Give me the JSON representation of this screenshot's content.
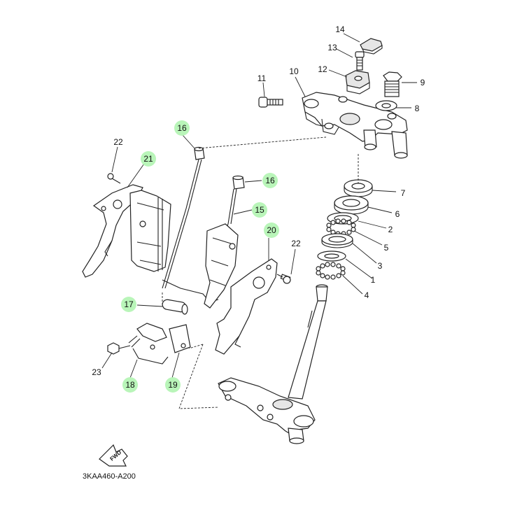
{
  "callouts": [
    {
      "id": "14",
      "label": "14",
      "highlight": false
    },
    {
      "id": "13",
      "label": "13",
      "highlight": false
    },
    {
      "id": "12",
      "label": "12",
      "highlight": false
    },
    {
      "id": "11",
      "label": "11",
      "highlight": false
    },
    {
      "id": "10",
      "label": "10",
      "highlight": false
    },
    {
      "id": "9",
      "label": "9",
      "highlight": false
    },
    {
      "id": "8",
      "label": "8",
      "highlight": false
    },
    {
      "id": "7",
      "label": "7",
      "highlight": false
    },
    {
      "id": "6",
      "label": "6",
      "highlight": false
    },
    {
      "id": "2",
      "label": "2",
      "highlight": false
    },
    {
      "id": "5",
      "label": "5",
      "highlight": false
    },
    {
      "id": "3",
      "label": "3",
      "highlight": false
    },
    {
      "id": "1",
      "label": "1",
      "highlight": false
    },
    {
      "id": "4",
      "label": "4",
      "highlight": false
    },
    {
      "id": "16a",
      "label": "16",
      "highlight": true
    },
    {
      "id": "16b",
      "label": "16",
      "highlight": true
    },
    {
      "id": "15",
      "label": "15",
      "highlight": true
    },
    {
      "id": "21",
      "label": "21",
      "highlight": true
    },
    {
      "id": "22a",
      "label": "22",
      "highlight": false
    },
    {
      "id": "22b",
      "label": "22",
      "highlight": false
    },
    {
      "id": "20",
      "label": "20",
      "highlight": true
    },
    {
      "id": "17",
      "label": "17",
      "highlight": true
    },
    {
      "id": "23",
      "label": "23",
      "highlight": false
    },
    {
      "id": "18",
      "label": "18",
      "highlight": true
    },
    {
      "id": "19",
      "label": "19",
      "highlight": true
    }
  ],
  "reference_code": "3KAA460-A200",
  "fwd_label": "FWD",
  "colors": {
    "highlight": "#b9f5b9",
    "line": "#222222",
    "text": "#111111",
    "background": "#ffffff"
  }
}
